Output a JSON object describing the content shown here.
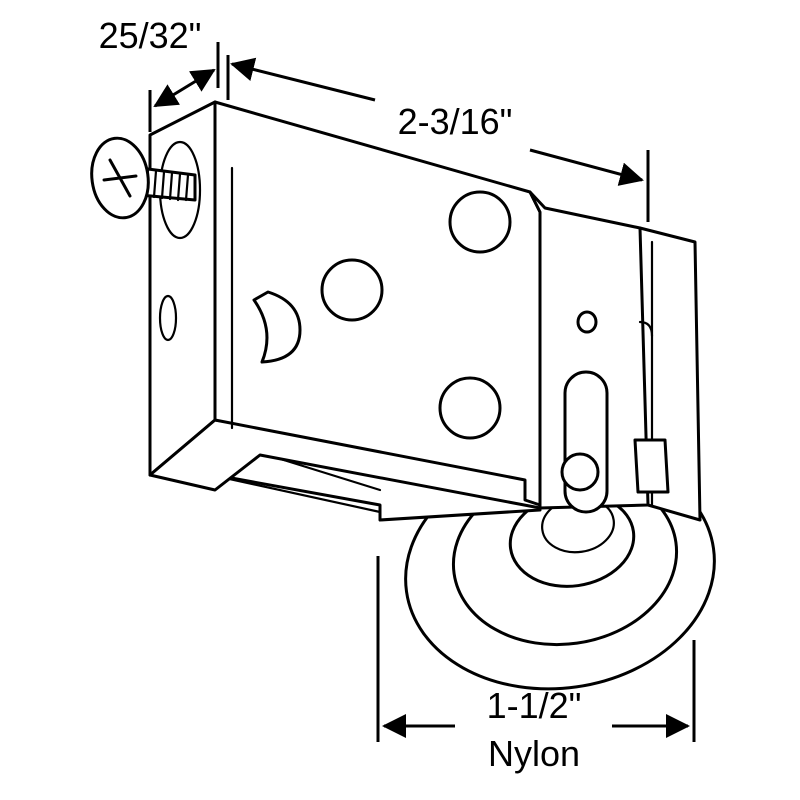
{
  "dimensions": {
    "depth": "25/32\"",
    "length": "2-3/16\"",
    "wheel_diameter": "1-1/2\"",
    "wheel_material": "Nylon"
  },
  "colors": {
    "ink": "#000000",
    "background": "#ffffff"
  }
}
